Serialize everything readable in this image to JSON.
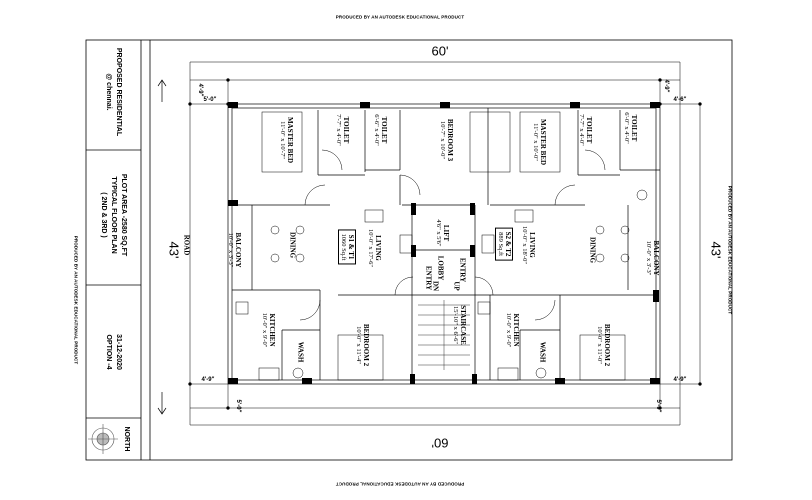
{
  "watermark": "PRODUCED BY AN AUTODESK EDUCATIONAL PRODUCT",
  "title_block": {
    "project": "PROPOSED RESIDENTIAL",
    "location": "@ chennai.",
    "plot_area": "PLOT AREA -2580 SQ.FT",
    "plan_title": "TYPICAL  FLOOR PLAN",
    "floors": "( 2ND & 3RD )",
    "date": "31-12-2020",
    "option": "OPTION -4",
    "north": "NORTH"
  },
  "site": {
    "width_top": "60'",
    "width_bottom": "60'",
    "depth_left": "43'",
    "depth_right": "43'",
    "road": "ROAD"
  },
  "dimensions": {
    "top_left_setback": "4'-9\"",
    "top_left_side": "5'-0\"",
    "top_right_setback": "4'-9\"",
    "top_right_side": "4'-6\"",
    "bottom_left_side": "4'-9\"",
    "bottom_left_setback": "5'-0\"",
    "bottom_right_side": "4'-9\"",
    "bottom_right_setback": "5'-0\""
  },
  "rooms": {
    "master_bed_1": {
      "name": "MASTER BED",
      "size": "11'-0\" x 10'-7\""
    },
    "toilet_1a": {
      "name": "TOILET",
      "size": "7'-7\" x 4'-0\""
    },
    "toilet_1b": {
      "name": "TOILET",
      "size": "6'-6\" x 4'-0\""
    },
    "bedroom_3": {
      "name": "BEDROOM 3",
      "size": "10'-7\" x 10'-0\""
    },
    "master_bed_2": {
      "name": "MASTER BED",
      "size": "11'-0\" x 10'-0\""
    },
    "toilet_2a": {
      "name": "TOILET",
      "size": "7'-7\" x 4'-0\""
    },
    "toilet_2b": {
      "name": "TOILET",
      "size": "6'-0\" x 4'-0\""
    },
    "lift": {
      "name": "LIFT",
      "size": "4'6\" x 5'6\""
    },
    "living_1": {
      "name": "LIVING",
      "size": "10'-0\" x 17'-6\""
    },
    "unit_1": {
      "name": "S1 & T1",
      "area": "1060 Sq.ft"
    },
    "dining_1": {
      "name": "DINING"
    },
    "balcony_1": {
      "name": "BALCONY",
      "size": "10'-0\" x 3'-3\""
    },
    "living_2": {
      "name": "LIVING",
      "size": "10'-0\" x 18'-0\""
    },
    "unit_2": {
      "name": "S2 & T2",
      "area": "889 Sq.ft"
    },
    "dining_2": {
      "name": "DINING"
    },
    "balcony_2": {
      "name": "BALCONY",
      "size": "10'-0\" x 3'-3\""
    },
    "lobby": {
      "name": "LOBBY"
    },
    "entry_1": "ENTRY",
    "entry_2": "ENTRY",
    "dn": "DN",
    "up": "UP",
    "staircase": {
      "name": "STAIRCASE",
      "size": "15'-10\" x 6'-6\""
    },
    "kitchen_1": {
      "name": "KITCHEN",
      "size": "10'-0\" x 9'-0\""
    },
    "wash_1": {
      "name": "WASH"
    },
    "bedroom_2a": {
      "name": "BEDROOM 2",
      "size": "10'-0\" x 11'-4\""
    },
    "kitchen_2": {
      "name": "KITCHEN",
      "size": "10'-0\" x 9'-0\""
    },
    "wash_2": {
      "name": "WASH"
    },
    "bedroom_2b": {
      "name": "BEDROOM 2",
      "size": "10'-0\" x 11'-0\""
    }
  }
}
